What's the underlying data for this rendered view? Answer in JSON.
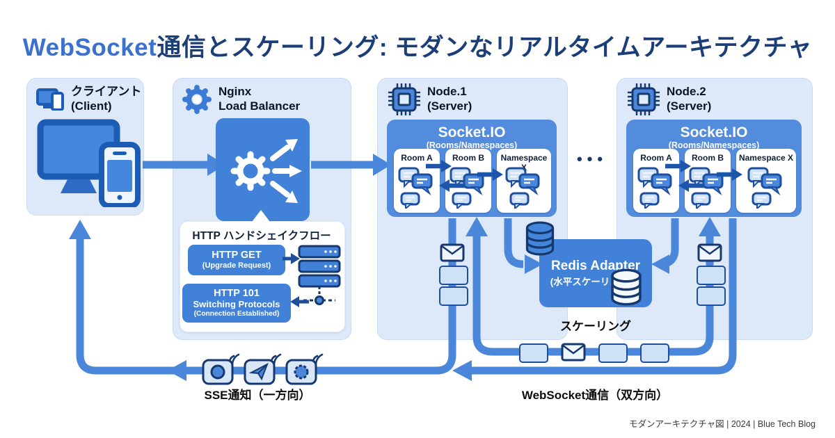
{
  "title": {
    "highlight": "WebSocket",
    "rest": "通信とスケーリング: モダンなリアルタイムアーキテクチャ"
  },
  "client": {
    "label_ja": "クライアント",
    "label_en": "(Client)"
  },
  "nginx": {
    "name": "Nginx",
    "role": "Load Balancer",
    "handshake": {
      "title": "HTTP ハンドシェイクフロー",
      "request": {
        "line1": "HTTP GET",
        "line2": "(Upgrade Request)"
      },
      "response": {
        "line1": "HTTP 101",
        "line2": "Switching Protocols",
        "line3": "(Connection Established)"
      }
    }
  },
  "node1": {
    "name": "Node.1",
    "type": "(Server)",
    "socketio": {
      "title": "Socket.IO",
      "subtitle": "(Rooms/Namespaces)",
      "rooms": [
        "Room A",
        "Room B",
        "Namespace X"
      ]
    }
  },
  "node2": {
    "name": "Node.2",
    "type": "(Server)",
    "socketio": {
      "title": "Socket.IO",
      "subtitle": "(Rooms/Namespaces)",
      "rooms": [
        "Room A",
        "Room B",
        "Namespace X"
      ]
    }
  },
  "redis": {
    "title": "Redis Adapter",
    "subtitle": "(水平スケーリング用)",
    "caption": "スケーリング"
  },
  "flows": {
    "sse_label": "SSE通知（一方向）",
    "websocket_label": "WebSocket通信（双方向）",
    "ellipsis": "•••"
  },
  "footer": {
    "text": "モダンアーキテクチャ図 | 2024 | Blue Tech Blog"
  },
  "colors": {
    "accent": "#4a87db",
    "deep_navy": "#16386e",
    "panel_blue": "#dde9f8",
    "box_blue": "#4182d8"
  }
}
